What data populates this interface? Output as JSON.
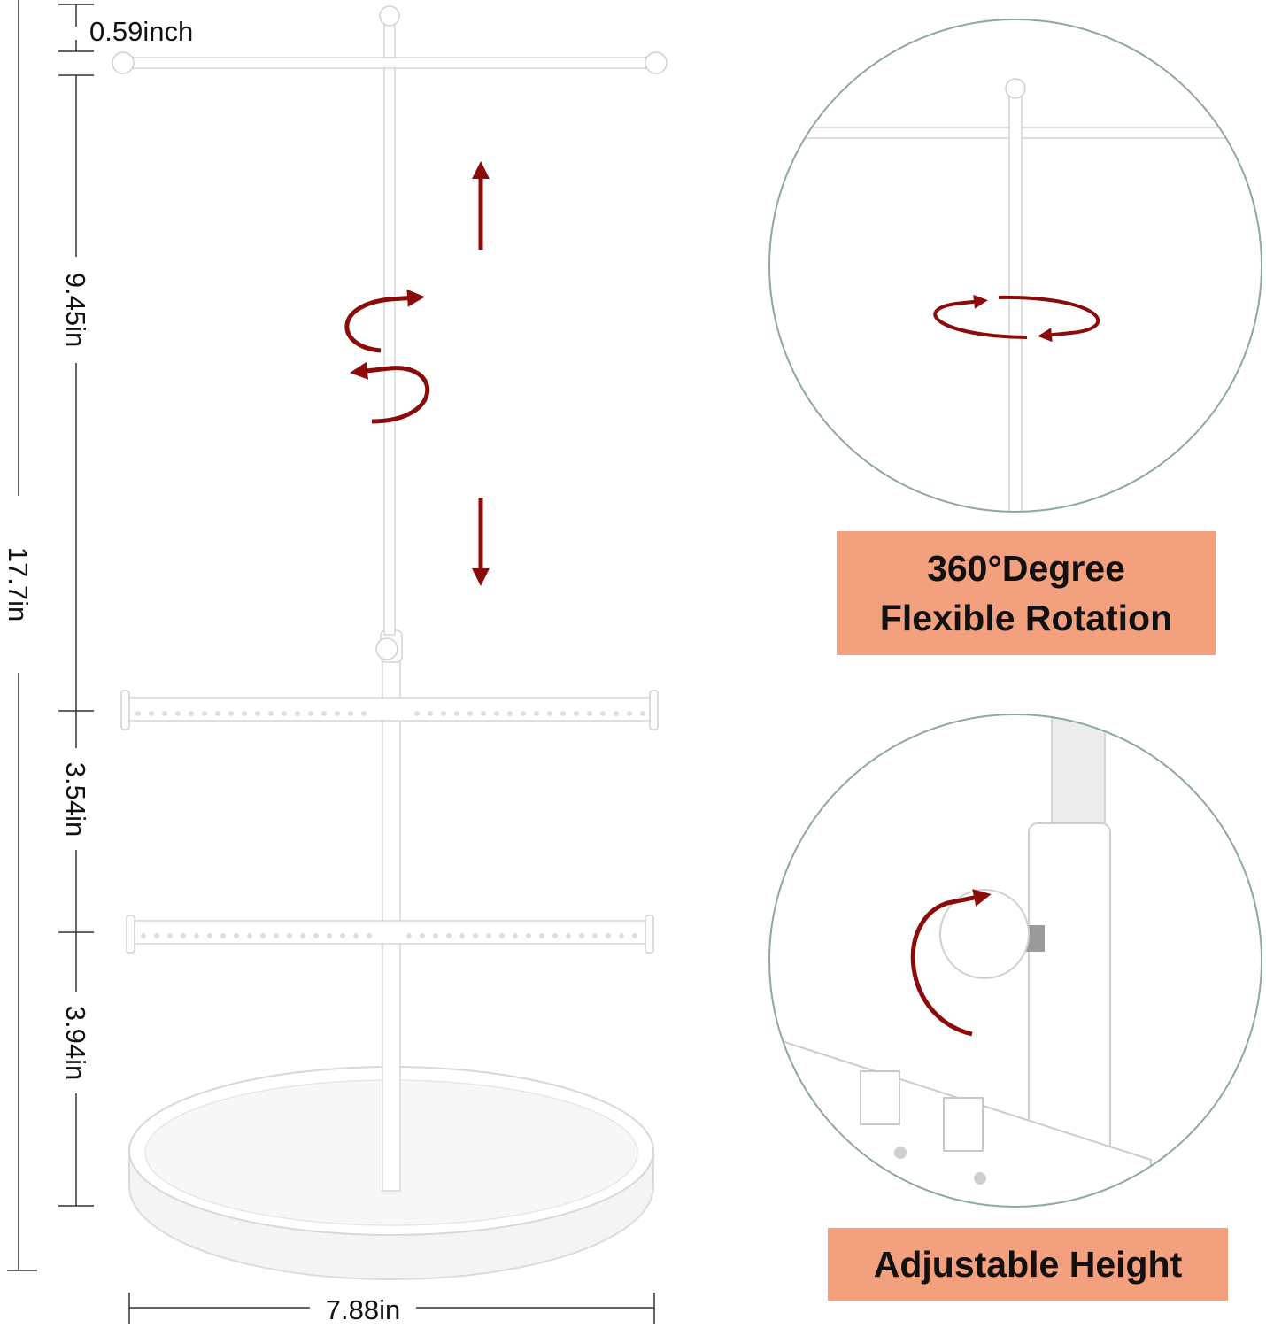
{
  "dimensions": {
    "top_ball": "0.59inch",
    "upper_section": "9.45in",
    "total_height": "17.7in",
    "middle_section": "3.54in",
    "lower_section": "3.94in",
    "base_width": "7.88in"
  },
  "features": {
    "rotation_line1": "360°Degree",
    "rotation_line2": "Flexible Rotation",
    "height_label": "Adjustable Height"
  },
  "colors": {
    "arrow": "#8b0b0b",
    "badge": "#f3a07f",
    "circle_border": "#8fa89e"
  }
}
